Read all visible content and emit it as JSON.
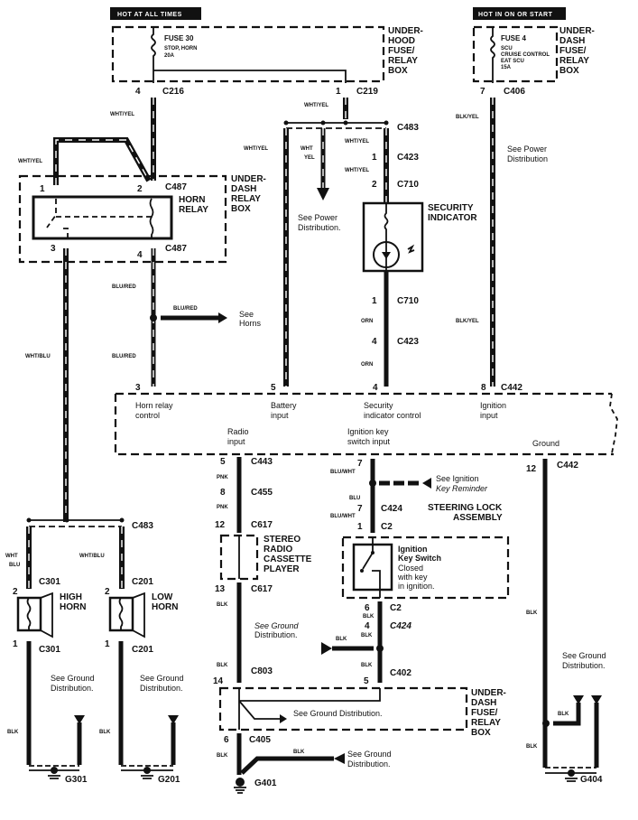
{
  "headers": {
    "hot_all_times": "HOT AT ALL TIMES",
    "hot_on_start": "HOT IN ON OR START"
  },
  "fuses": {
    "fuse30": {
      "name": "FUSE 30",
      "desc1": "STOP, HORN",
      "desc2": "20A"
    },
    "fuse4": {
      "name": "FUSE 4",
      "desc1": "SCU",
      "desc2": "CRUISE CONTROL",
      "desc3": "EAT SCU",
      "desc4": "15A"
    }
  },
  "boxes": {
    "underhood": [
      "UNDER-",
      "HOOD",
      "FUSE/",
      "RELAY",
      "BOX"
    ],
    "underdash_top": [
      "UNDER-",
      "DASH",
      "FUSE/",
      "RELAY",
      "BOX"
    ],
    "underdash_relay": [
      "UNDER-",
      "DASH",
      "RELAY",
      "BOX"
    ],
    "horn_relay": [
      "HORN",
      "RELAY"
    ],
    "security_indicator": [
      "SECURITY",
      "INDICATOR"
    ],
    "stereo": [
      "STEREO",
      "RADIO",
      "CASSETTE",
      "PLAYER"
    ],
    "steering_lock": [
      "STEERING LOCK",
      "ASSEMBLY"
    ],
    "ignition_switch": [
      "Ignition",
      "Key Switch",
      "Closed",
      "with key",
      "in ignition."
    ],
    "high_horn": [
      "HIGH",
      "HORN"
    ],
    "low_horn": [
      "LOW",
      "HORN"
    ],
    "underdash_bottom": [
      "UNDER-",
      "DASH",
      "FUSE/",
      "RELAY",
      "BOX"
    ]
  },
  "connectors": {
    "c216": {
      "pin": "4",
      "name": "C216"
    },
    "c219": {
      "pin": "1",
      "name": "C219"
    },
    "c406": {
      "pin": "7",
      "name": "C406"
    },
    "c483_top": {
      "name": "C483"
    },
    "c423_top": {
      "pin": "1",
      "name": "C423"
    },
    "c710_top": {
      "pin": "2",
      "name": "C710"
    },
    "c487_top": {
      "pin_left": "1",
      "pin_right": "2",
      "name": "C487"
    },
    "c487_bot": {
      "pin_left": "3",
      "pin_right": "4",
      "name": "C487"
    },
    "c710_bot": {
      "pin": "1",
      "name": "C710"
    },
    "c423_bot": {
      "pin": "4",
      "name": "C423"
    },
    "c442_top": {
      "name": "C442"
    },
    "c443": {
      "pin": "5",
      "name": "C443"
    },
    "c455": {
      "pin": "8",
      "name": "C455"
    },
    "c617_top": {
      "pin": "12",
      "name": "C617"
    },
    "c617_bot": {
      "pin": "13",
      "name": "C617"
    },
    "c424_top": {
      "pin": "7",
      "name": "C424"
    },
    "c2_top": {
      "pin": "1",
      "name": "C2"
    },
    "c2_bot": {
      "pin": "6",
      "name": "C2"
    },
    "c424_bot": {
      "pin": "4",
      "name": "C424"
    },
    "c402": {
      "pin": "5",
      "name": "C402"
    },
    "c803": {
      "pin": "14",
      "name": "C803"
    },
    "c405": {
      "pin": "6",
      "name": "C405"
    },
    "c442_bot": {
      "pin": "12",
      "name": "C442"
    },
    "c483_bot": {
      "name": "C483"
    },
    "c301_top": {
      "pin": "2",
      "name": "C301"
    },
    "c301_bot": {
      "pin": "1",
      "name": "C301"
    },
    "c201_top": {
      "pin": "2",
      "name": "C201"
    },
    "c201_bot": {
      "pin": "1",
      "name": "C201"
    },
    "pin_horn_relay": "3",
    "pin_battery": "5",
    "pin_security": "4",
    "pin_ignition": "8",
    "pin_ign_key": "7"
  },
  "grounds": {
    "g301": "G301",
    "g201": "G201",
    "g401": "G401",
    "g404": "G404"
  },
  "wire_colors": {
    "wht_yel": "WHT/YEL",
    "wht": "WHT",
    "yel": "YEL",
    "blk_yel": "BLK/YEL",
    "blu_red": "BLU/RED",
    "wht_blu": "WHT/BLU",
    "blu": "BLU",
    "orn": "ORN",
    "pnk": "PNK",
    "blk": "BLK",
    "blu_wht": "BLU/WHT"
  },
  "module": {
    "horn_relay_control": [
      "Horn relay",
      "control"
    ],
    "battery_input": [
      "Battery",
      "input"
    ],
    "security_indicator_control": [
      "Security",
      "indicator control"
    ],
    "ignition_input": [
      "Ignition",
      "input"
    ],
    "radio_input": [
      "Radio",
      "input"
    ],
    "ignition_key_switch_input": [
      "Ignition key",
      "switch input"
    ],
    "ground": "Ground"
  },
  "refs": {
    "see_power_dist": [
      "See Power",
      "Distribution."
    ],
    "see_power_dist_right": [
      "See Power",
      "Distribution"
    ],
    "see_horns": [
      "See",
      "Horns"
    ],
    "see_ground_dist": [
      "See Ground",
      "Distribution."
    ],
    "see_ground_dist_line": "See Ground Distribution.",
    "see_ign_key_reminder": [
      "See Ignition",
      "Key Reminder"
    ]
  }
}
